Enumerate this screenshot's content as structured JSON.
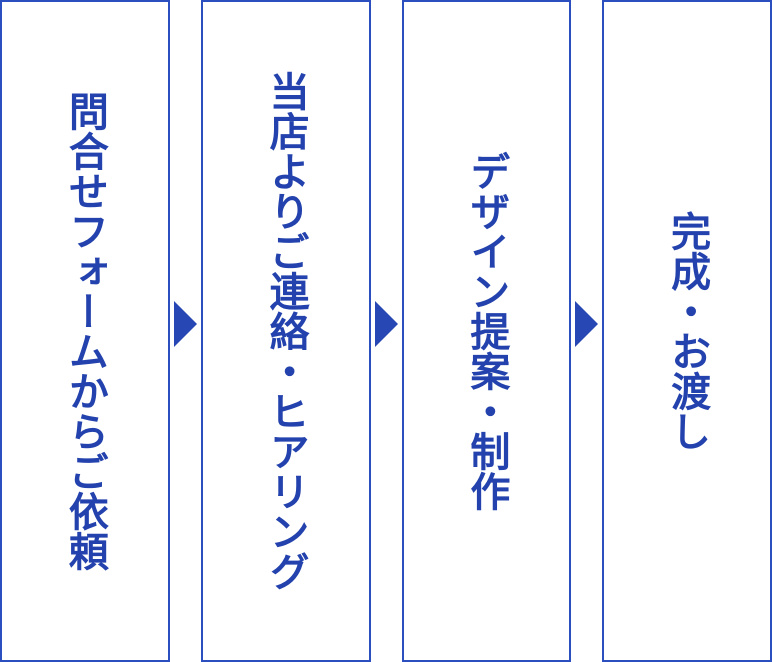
{
  "flow": {
    "title": "order-process-flow",
    "steps": [
      {
        "label": "問合せフォームからご依頼"
      },
      {
        "label": "当店よりご連絡・ヒアリング"
      },
      {
        "label": "デザイン提案・制作"
      },
      {
        "label": "完成・お渡し"
      }
    ],
    "arrow_glyph": "▶",
    "colors": {
      "text-blue": "#2342ad",
      "border-blue": "#2c4fc0",
      "arrow-blue": "#2747b4",
      "bg": "#ffffff"
    }
  }
}
